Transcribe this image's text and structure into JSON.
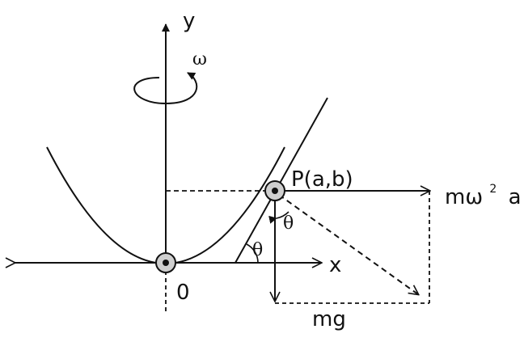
{
  "labels": {
    "y_axis": "y",
    "x_axis": "x",
    "omega": "ω",
    "origin": "0",
    "point": "P(a,b)",
    "theta_slope": "θ",
    "theta_force": "θ",
    "centrifugal_m_omega": "mω",
    "centrifugal_exp": "2",
    "centrifugal_a": "a",
    "weight": "mg"
  },
  "colors": {
    "stroke": "#111111",
    "background": "#ffffff",
    "bead_fill": "#cfcfcf"
  }
}
